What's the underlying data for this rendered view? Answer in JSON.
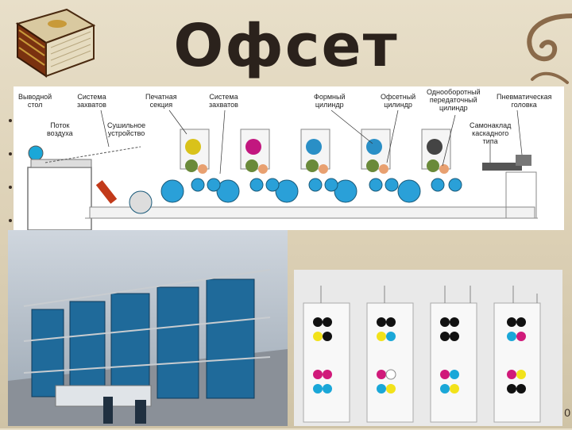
{
  "slide": {
    "title": "Офсет",
    "page_number": "0"
  },
  "diagram": {
    "labels": {
      "output_table": "Выводной\nстол",
      "air_flow": "Поток\nвоздуха",
      "grippers_1": "Система\nзахватов",
      "dryer": "Сушильное\nустройство",
      "print_section": "Печатная\nсекция",
      "grippers_2": "Система\nзахватов",
      "plate_cylinder": "Формный\nцилиндр",
      "blanket_cylinder": "Офсетный\nцилиндр",
      "transfer_cylinder": "Однооборотный\nпередаточный\nцилиндр",
      "pneumatic_head": "Пневматическая\nголовка",
      "feeder": "Самонаклад\nкаскадного\nтипа"
    },
    "unit_colors": [
      "#d9c21a",
      "#c2177f",
      "#2a8fc6",
      "#2a8fc6",
      "#444444"
    ]
  },
  "colors": {
    "cyan": "#1aa7d8",
    "magenta": "#d01a7a",
    "yellow": "#f2e21a",
    "black": "#111111"
  }
}
